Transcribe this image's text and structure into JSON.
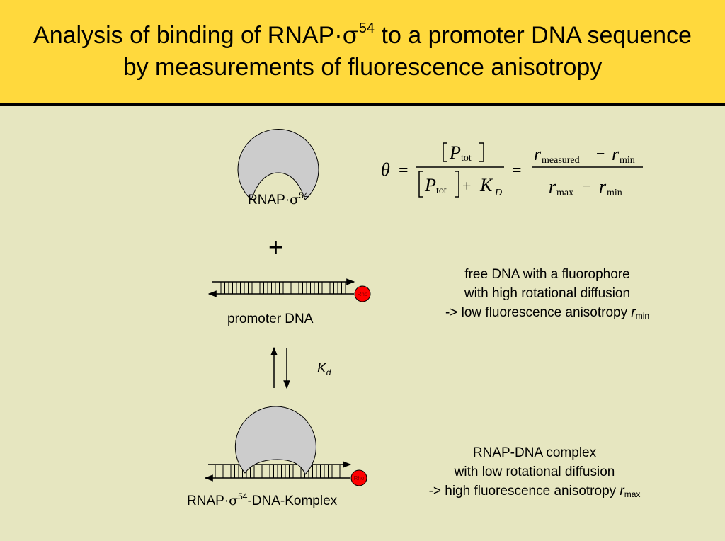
{
  "title": {
    "line1_prefix": "Analysis of binding of RNAP·",
    "sigma": "σ",
    "sup": "54",
    "line1_suffix": " to a promoter DNA sequence",
    "line2": "by measurements of fluorescence anisotropy"
  },
  "rnap_label": {
    "prefix": "RNAP·",
    "sigma": "σ",
    "sup": "54"
  },
  "plus": "+",
  "promoter_label": "promoter DNA",
  "fluorophore_label": "Rho",
  "kd": {
    "base": "K",
    "sub": "d"
  },
  "complex_label": {
    "prefix": "RNAP·",
    "sigma": "σ",
    "sup": "54",
    "suffix": "-DNA-Komplex"
  },
  "free_dna": {
    "line1": "free DNA with a fluorophore",
    "line2": "with high rotational diffusion",
    "line3": "-> low fluorescence anisotropy ",
    "var": "r",
    "sub": "min"
  },
  "complex_desc": {
    "line1": "RNAP-DNA complex",
    "line2": "with low rotational diffusion",
    "line3": "-> high fluorescence anisotropy ",
    "var": "r",
    "sub": "max"
  },
  "equation": {
    "theta": "θ",
    "eq": "=",
    "P": "P",
    "tot": "tot",
    "plus": "+",
    "K": "K",
    "D": "D",
    "r": "r",
    "measured": "measured",
    "minus": "−",
    "min": "min",
    "max": "max"
  },
  "colors": {
    "header": "#ffd93d",
    "background": "#e6e6c0",
    "protein": "#cccccc",
    "fluorophore": "#ff0000"
  }
}
